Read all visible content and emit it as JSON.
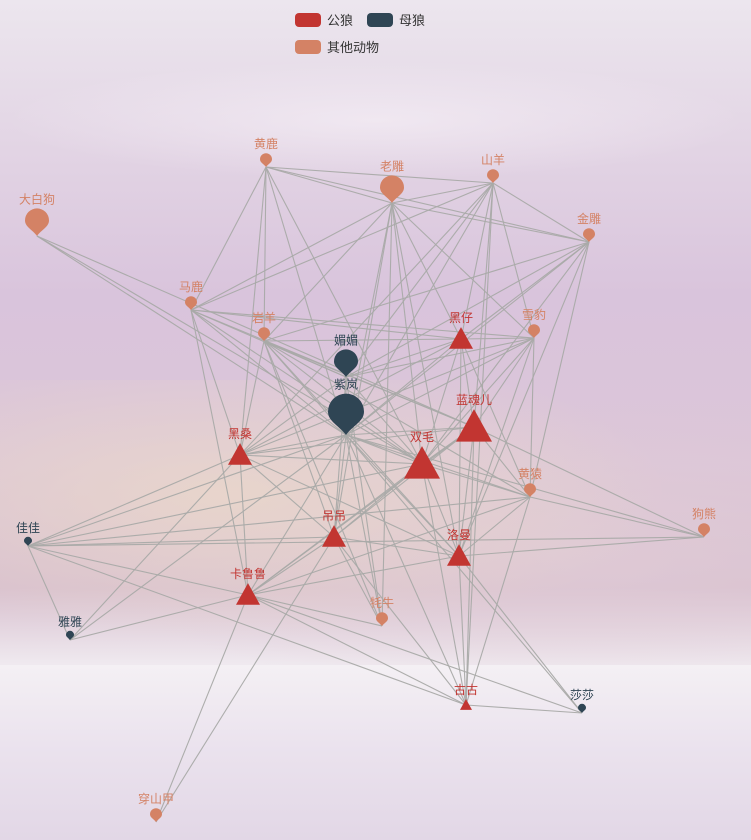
{
  "legend": {
    "male": {
      "label": "公狼",
      "color": "#c23531"
    },
    "female": {
      "label": "母狼",
      "color": "#2f4554"
    },
    "other": {
      "label": "其他动物",
      "color": "#d48265"
    }
  },
  "edge_color": "#a9aaa8",
  "nodes": [
    {
      "id": "huanglu",
      "name": "黄鹿",
      "category": "other",
      "shape": "pin",
      "size": "small"
    },
    {
      "id": "laodiao",
      "name": "老雕",
      "category": "other",
      "shape": "pin",
      "size": "medium"
    },
    {
      "id": "shanyang",
      "name": "山羊",
      "category": "other",
      "shape": "pin",
      "size": "small"
    },
    {
      "id": "dabaigou",
      "name": "大白狗",
      "category": "other",
      "shape": "pin",
      "size": "medium"
    },
    {
      "id": "jindiao",
      "name": "金雕",
      "category": "other",
      "shape": "pin",
      "size": "small"
    },
    {
      "id": "malu",
      "name": "马鹿",
      "category": "other",
      "shape": "pin",
      "size": "small"
    },
    {
      "id": "yanyang",
      "name": "岩羊",
      "category": "other",
      "shape": "pin",
      "size": "small"
    },
    {
      "id": "heizai",
      "name": "黑仔",
      "category": "male",
      "shape": "triangle",
      "size": "medium"
    },
    {
      "id": "xuebao",
      "name": "雪豹",
      "category": "other",
      "shape": "pin",
      "size": "small"
    },
    {
      "id": "meimei",
      "name": "媚媚",
      "category": "female",
      "shape": "pin",
      "size": "medium"
    },
    {
      "id": "zilan",
      "name": "紫岚",
      "category": "female",
      "shape": "pin",
      "size": "large"
    },
    {
      "id": "lanhuner",
      "name": "蓝魂儿",
      "category": "male",
      "shape": "triangle",
      "size": "large"
    },
    {
      "id": "shuangmao",
      "name": "双毛",
      "category": "male",
      "shape": "triangle",
      "size": "large"
    },
    {
      "id": "heisang",
      "name": "黑桑",
      "category": "male",
      "shape": "triangle",
      "size": "medium"
    },
    {
      "id": "huangyuan",
      "name": "黄猿",
      "category": "other",
      "shape": "pin",
      "size": "small"
    },
    {
      "id": "gouxiong",
      "name": "狗熊",
      "category": "other",
      "shape": "pin",
      "size": "small"
    },
    {
      "id": "diaodiao",
      "name": "吊吊",
      "category": "male",
      "shape": "triangle",
      "size": "medium"
    },
    {
      "id": "luoman",
      "name": "洛曼",
      "category": "male",
      "shape": "triangle",
      "size": "medium"
    },
    {
      "id": "jiajia",
      "name": "佳佳",
      "category": "female",
      "shape": "pin",
      "size": "tiny"
    },
    {
      "id": "kalulu",
      "name": "卡鲁鲁",
      "category": "male",
      "shape": "triangle",
      "size": "medium"
    },
    {
      "id": "yaya",
      "name": "雅雅",
      "category": "female",
      "shape": "pin",
      "size": "tiny"
    },
    {
      "id": "maoniu",
      "name": "牦牛",
      "category": "other",
      "shape": "pin",
      "size": "small"
    },
    {
      "id": "gugu",
      "name": "古古",
      "category": "male",
      "shape": "triangle",
      "size": "small"
    },
    {
      "id": "shasha",
      "name": "莎莎",
      "category": "female",
      "shape": "pin",
      "size": "tiny"
    },
    {
      "id": "chuanshanjia",
      "name": "穿山甲",
      "category": "other",
      "shape": "pin",
      "size": "small"
    }
  ],
  "edges": [
    [
      "zilan",
      "huanglu"
    ],
    [
      "zilan",
      "laodiao"
    ],
    [
      "zilan",
      "shanyang"
    ],
    [
      "zilan",
      "malu"
    ],
    [
      "zilan",
      "yanyang"
    ],
    [
      "zilan",
      "heizai"
    ],
    [
      "zilan",
      "xuebao"
    ],
    [
      "zilan",
      "meimei"
    ],
    [
      "zilan",
      "lanhuner"
    ],
    [
      "zilan",
      "shuangmao"
    ],
    [
      "zilan",
      "heisang"
    ],
    [
      "zilan",
      "huangyuan"
    ],
    [
      "zilan",
      "diaodiao"
    ],
    [
      "zilan",
      "luoman"
    ],
    [
      "zilan",
      "jiajia"
    ],
    [
      "zilan",
      "kalulu"
    ],
    [
      "zilan",
      "yaya"
    ],
    [
      "zilan",
      "maoniu"
    ],
    [
      "zilan",
      "gugu"
    ],
    [
      "zilan",
      "dabaigou"
    ],
    [
      "zilan",
      "jindiao"
    ],
    [
      "zilan",
      "gouxiong"
    ],
    [
      "zilan",
      "shasha"
    ],
    [
      "shuangmao",
      "malu"
    ],
    [
      "shuangmao",
      "laodiao"
    ],
    [
      "shuangmao",
      "heizai"
    ],
    [
      "shuangmao",
      "xuebao"
    ],
    [
      "shuangmao",
      "lanhuner"
    ],
    [
      "shuangmao",
      "heisang"
    ],
    [
      "shuangmao",
      "huangyuan"
    ],
    [
      "shuangmao",
      "diaodiao"
    ],
    [
      "shuangmao",
      "luoman"
    ],
    [
      "shuangmao",
      "kalulu"
    ],
    [
      "shuangmao",
      "yanyang"
    ],
    [
      "shuangmao",
      "meimei"
    ],
    [
      "shuangmao",
      "jiajia"
    ],
    [
      "shuangmao",
      "gugu"
    ],
    [
      "shuangmao",
      "huanglu"
    ],
    [
      "shuangmao",
      "jindiao"
    ],
    [
      "lanhuner",
      "malu"
    ],
    [
      "lanhuner",
      "heizai"
    ],
    [
      "lanhuner",
      "xuebao"
    ],
    [
      "lanhuner",
      "huangyuan"
    ],
    [
      "lanhuner",
      "heisang"
    ],
    [
      "lanhuner",
      "luoman"
    ],
    [
      "lanhuner",
      "diaodiao"
    ],
    [
      "lanhuner",
      "kalulu"
    ],
    [
      "lanhuner",
      "gouxiong"
    ],
    [
      "lanhuner",
      "yanyang"
    ],
    [
      "lanhuner",
      "shanyang"
    ],
    [
      "lanhuner",
      "gugu"
    ],
    [
      "heizai",
      "malu"
    ],
    [
      "heizai",
      "laodiao"
    ],
    [
      "heizai",
      "yanyang"
    ],
    [
      "heizai",
      "xuebao"
    ],
    [
      "heizai",
      "huangyuan"
    ],
    [
      "heizai",
      "heisang"
    ],
    [
      "heizai",
      "luoman"
    ],
    [
      "heizai",
      "shanyang"
    ],
    [
      "heizai",
      "jindiao"
    ],
    [
      "heizai",
      "meimei"
    ],
    [
      "malu",
      "huanglu"
    ],
    [
      "malu",
      "laodiao"
    ],
    [
      "malu",
      "heisang"
    ],
    [
      "malu",
      "xuebao"
    ],
    [
      "malu",
      "kalulu"
    ],
    [
      "malu",
      "meimei"
    ],
    [
      "malu",
      "shanyang"
    ],
    [
      "huanglu",
      "laodiao"
    ],
    [
      "huanglu",
      "shanyang"
    ],
    [
      "huanglu",
      "yanyang"
    ],
    [
      "huanglu",
      "heisang"
    ],
    [
      "huanglu",
      "jindiao"
    ],
    [
      "laodiao",
      "shanyang"
    ],
    [
      "laodiao",
      "jindiao"
    ],
    [
      "laodiao",
      "luoman"
    ],
    [
      "laodiao",
      "maoniu"
    ],
    [
      "laodiao",
      "diaodiao"
    ],
    [
      "laodiao",
      "xuebao"
    ],
    [
      "laodiao",
      "yanyang"
    ],
    [
      "shanyang",
      "jindiao"
    ],
    [
      "shanyang",
      "heisang"
    ],
    [
      "shanyang",
      "meimei"
    ],
    [
      "shanyang",
      "xuebao"
    ],
    [
      "shanyang",
      "gugu"
    ],
    [
      "jindiao",
      "meimei"
    ],
    [
      "jindiao",
      "yanyang"
    ],
    [
      "jindiao",
      "huangyuan"
    ],
    [
      "jindiao",
      "luoman"
    ],
    [
      "xuebao",
      "meimei"
    ],
    [
      "xuebao",
      "huangyuan"
    ],
    [
      "xuebao",
      "luoman"
    ],
    [
      "xuebao",
      "heisang"
    ],
    [
      "heisang",
      "yanyang"
    ],
    [
      "heisang",
      "kalulu"
    ],
    [
      "heisang",
      "diaodiao"
    ],
    [
      "heisang",
      "jiajia"
    ],
    [
      "heisang",
      "yaya"
    ],
    [
      "heisang",
      "luoman"
    ],
    [
      "heisang",
      "meimei"
    ],
    [
      "kalulu",
      "diaodiao"
    ],
    [
      "kalulu",
      "jiajia"
    ],
    [
      "kalulu",
      "yaya"
    ],
    [
      "kalulu",
      "chuanshanjia"
    ],
    [
      "kalulu",
      "gugu"
    ],
    [
      "kalulu",
      "luoman"
    ],
    [
      "kalulu",
      "maoniu"
    ],
    [
      "kalulu",
      "huangyuan"
    ],
    [
      "kalulu",
      "shasha"
    ],
    [
      "diaodiao",
      "luoman"
    ],
    [
      "diaodiao",
      "maoniu"
    ],
    [
      "diaodiao",
      "gugu"
    ],
    [
      "diaodiao",
      "jiajia"
    ],
    [
      "diaodiao",
      "chuanshanjia"
    ],
    [
      "diaodiao",
      "meimei"
    ],
    [
      "luoman",
      "huangyuan"
    ],
    [
      "luoman",
      "gugu"
    ],
    [
      "luoman",
      "shasha"
    ],
    [
      "luoman",
      "gouxiong"
    ],
    [
      "huangyuan",
      "gouxiong"
    ],
    [
      "huangyuan",
      "gugu"
    ],
    [
      "huangyuan",
      "jiajia"
    ],
    [
      "huangyuan",
      "yanyang"
    ],
    [
      "jiajia",
      "yaya"
    ],
    [
      "jiajia",
      "gouxiong"
    ],
    [
      "jiajia",
      "gugu"
    ],
    [
      "gugu",
      "shasha"
    ],
    [
      "maoniu",
      "yanyang"
    ],
    [
      "maoniu",
      "meimei"
    ],
    [
      "dabaigou",
      "shuangmao"
    ],
    [
      "dabaigou",
      "lanhuner"
    ],
    [
      "yanyang",
      "meimei"
    ],
    [
      "yanyang",
      "luoman"
    ],
    [
      "yanyang",
      "diaodiao"
    ]
  ]
}
